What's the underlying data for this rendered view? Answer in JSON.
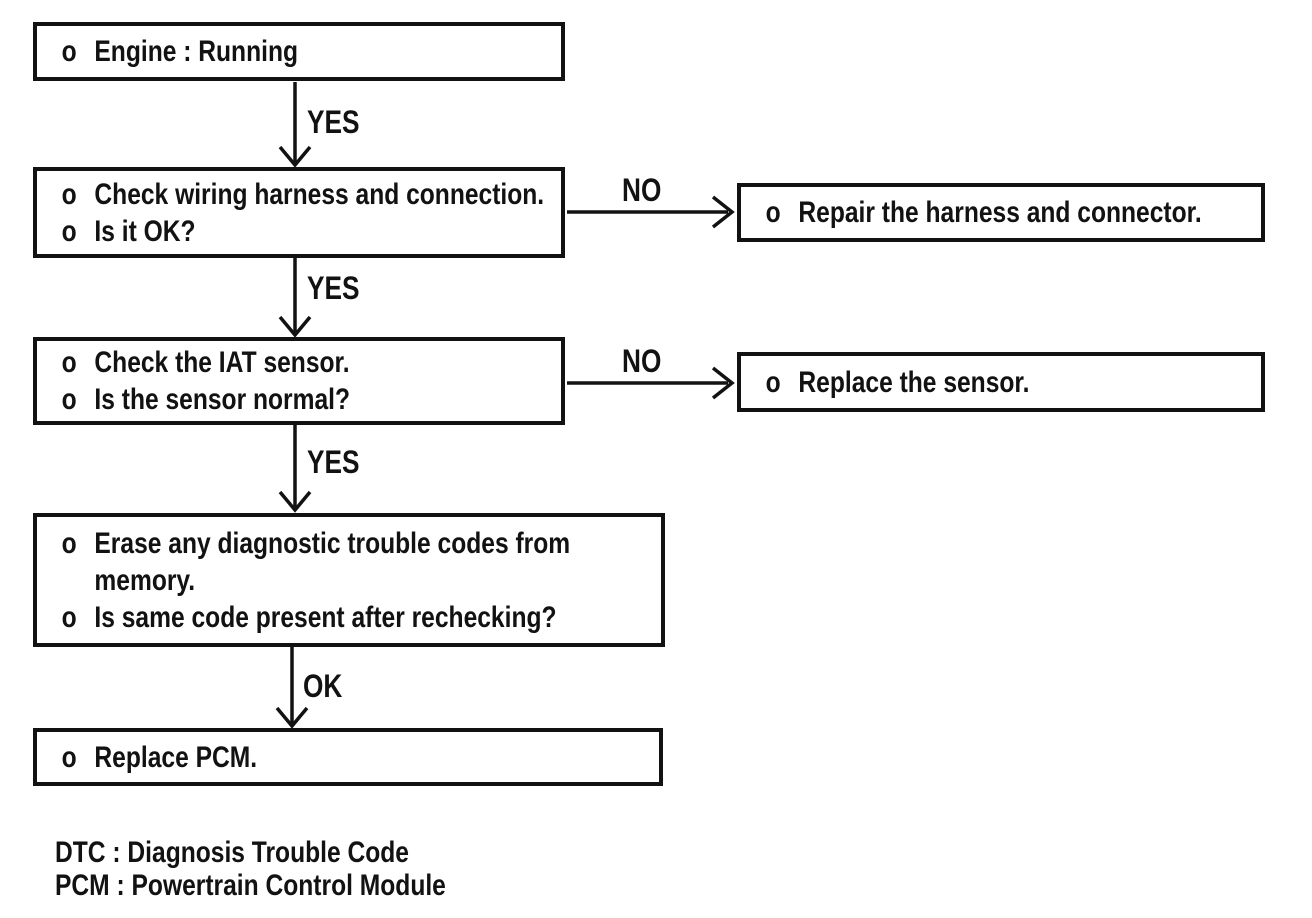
{
  "flowchart": {
    "bullet": "o",
    "boxes": {
      "engine": {
        "lines": [
          "Engine : Running"
        ]
      },
      "wiring": {
        "lines": [
          "Check wiring harness and connection.",
          "Is it OK?"
        ]
      },
      "repair": {
        "lines": [
          "Repair the harness and connector."
        ]
      },
      "iat": {
        "lines": [
          "Check the IAT sensor.",
          "Is the sensor normal?"
        ]
      },
      "sensor": {
        "lines": [
          "Replace the sensor."
        ]
      },
      "erase": {
        "lines": [
          "Erase any diagnostic trouble codes from memory.",
          "Is same code present after rechecking?"
        ]
      },
      "pcm": {
        "lines": [
          "Replace PCM."
        ]
      }
    },
    "labels": {
      "yes1": "YES",
      "yes2": "YES",
      "yes3": "YES",
      "no1": "NO",
      "no2": "NO",
      "ok": "OK"
    },
    "colors": {
      "ink": "#121212",
      "paper": "#ffffff"
    }
  },
  "legend": {
    "lines": [
      "DTC : Diagnosis Trouble Code",
      "PCM : Powertrain Control Module"
    ]
  }
}
